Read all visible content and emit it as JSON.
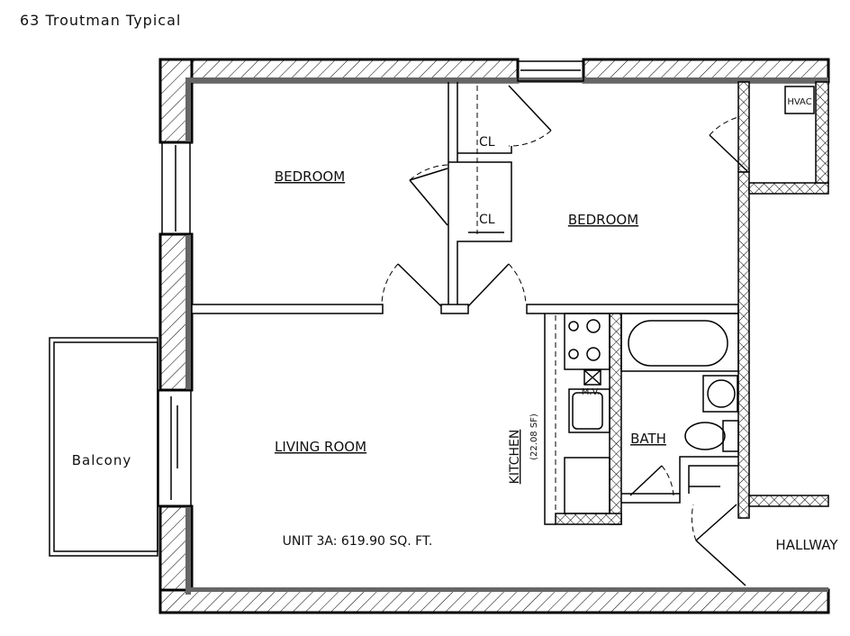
{
  "title": "63 Troutman Typical",
  "rooms": {
    "bedroom_left": "BEDROOM",
    "bedroom_right": "BEDROOM",
    "closet_1": "CL",
    "closet_2": "CL",
    "hvac": "HVAC",
    "living_room": "LIVING ROOM",
    "kitchen": "KITCHEN",
    "kitchen_area": "(22.08 SF)",
    "microwave": "M.V.",
    "bath": "BATH",
    "hallway": "HALLWAY",
    "balcony": "Balcony"
  },
  "unit_area": "UNIT 3A: 619.90 SQ. FT."
}
